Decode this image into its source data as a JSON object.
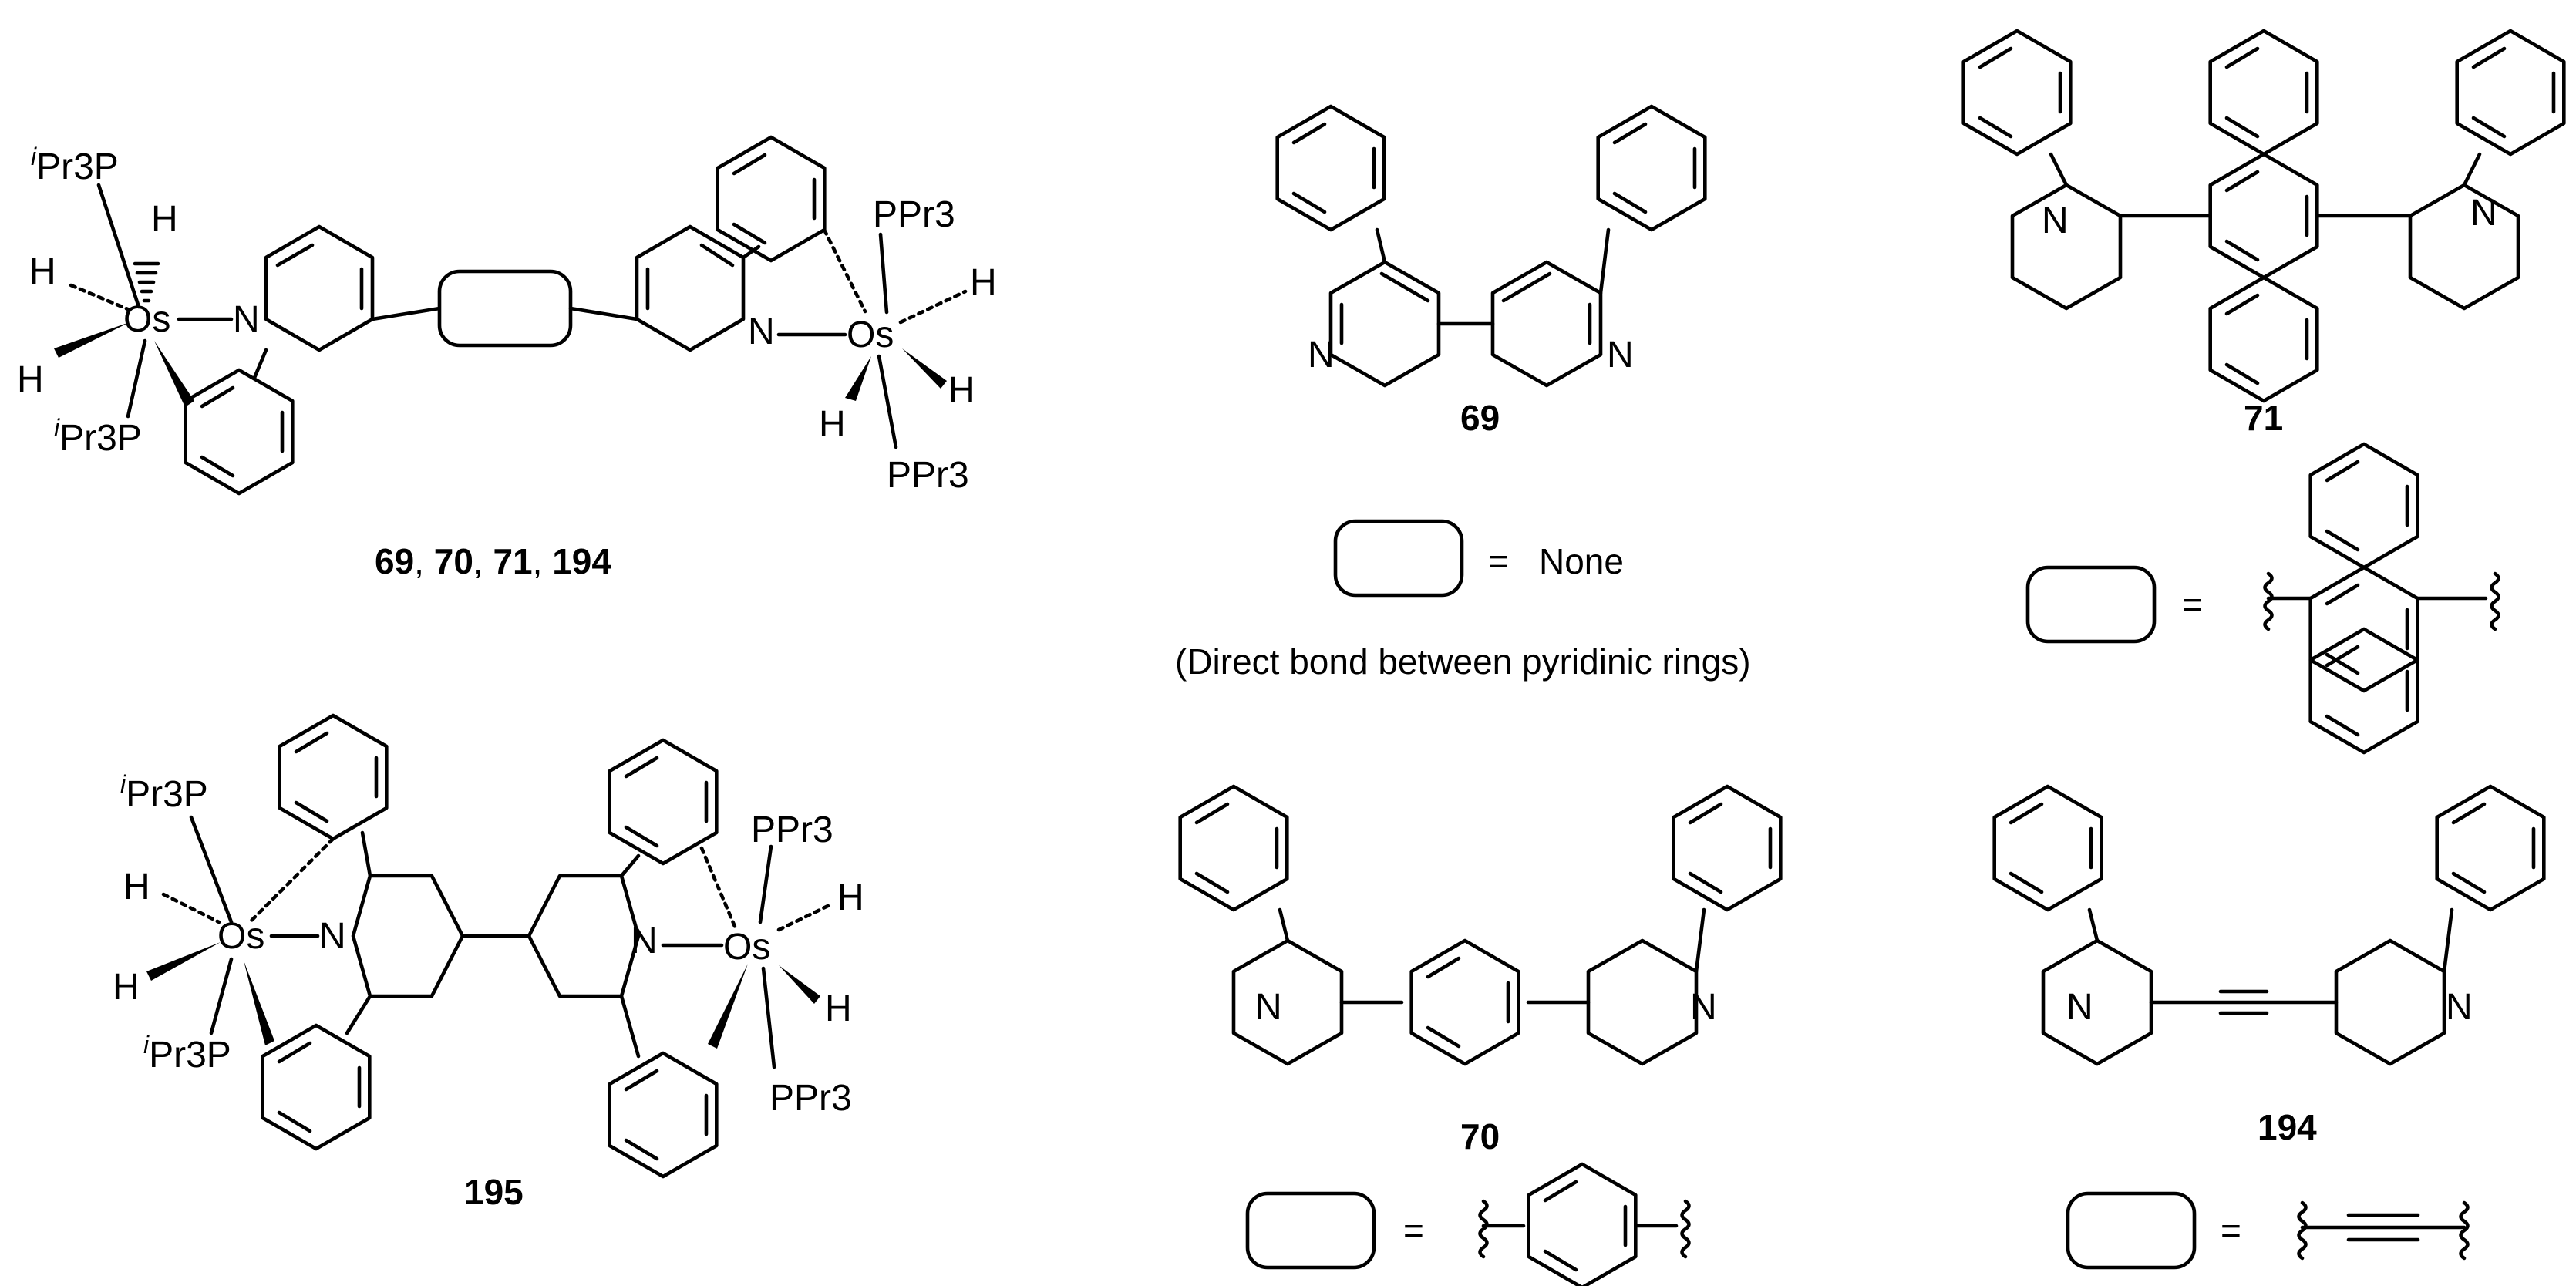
{
  "atoms": {
    "os": "Os",
    "n": "N",
    "h": "H",
    "p_left": "Pr3P",
    "p_right": "PPr3",
    "iso": "i"
  },
  "compounds": {
    "c69": "69",
    "c70": "70",
    "c71": "71",
    "c194": "194",
    "c195": "195"
  },
  "caption_top_left": {
    "a": "69",
    "b": "70",
    "c": "71",
    "d": "194",
    "sep": ", "
  },
  "legend": {
    "equals": "=",
    "none": "None",
    "direct_bond": "(Direct bond between pyridinic rings)"
  },
  "colors": {
    "ink": "#000000",
    "background": "#ffffff"
  }
}
